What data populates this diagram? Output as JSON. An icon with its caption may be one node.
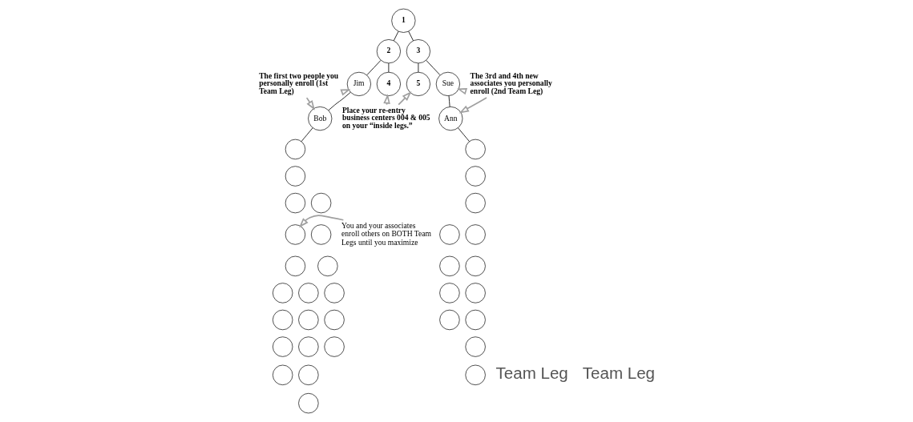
{
  "diagram": {
    "nodes": [
      {
        "text": [
          "1"
        ]
      },
      {
        "text": [
          "2"
        ]
      },
      {
        "text": [
          "3"
        ]
      },
      {
        "text": [
          "Jim"
        ]
      },
      {
        "text": [
          "4"
        ]
      },
      {
        "text": [
          "5"
        ]
      },
      {
        "text": [
          "Sue"
        ]
      },
      {
        "text": [
          "Bob"
        ]
      },
      {
        "text": [
          "Ann"
        ]
      },
      {
        "text": [
          "The first two people you personally enroll (1st Team Leg)"
        ]
      },
      {
        "text": [
          "The 3rd and 4th new associates you personally enroll (2nd Team Leg)"
        ]
      },
      {
        "text": [
          "Place your re-entry business centers 004 & 005 on your “inside legs.”"
        ]
      },
      {
        "text": [
          "You and your associates enroll others on BOTH Team Legs until you maximize"
        ]
      },
      {
        "text": [],
        "shape": "circle"
      },
      {
        "text": [],
        "shape": "circle"
      },
      {
        "text": [],
        "shape": "circle"
      },
      {
        "text": [],
        "shape": "circle"
      },
      {
        "text": [],
        "shape": "circle"
      },
      {
        "text": [],
        "shape": "circle"
      },
      {
        "text": [],
        "shape": "circle"
      },
      {
        "text": [],
        "shape": "circle"
      },
      {
        "text": [],
        "shape": "circle"
      },
      {
        "text": [],
        "shape": "circle"
      },
      {
        "text": [],
        "shape": "circle"
      },
      {
        "text": [],
        "shape": "circle"
      },
      {
        "text": [],
        "shape": "circle"
      },
      {
        "text": [],
        "shape": "circle"
      },
      {
        "text": [],
        "shape": "circle"
      },
      {
        "text": [],
        "shape": "circle"
      },
      {
        "text": [],
        "shape": "circle"
      },
      {
        "text": [],
        "shape": "circle"
      },
      {
        "text": [],
        "shape": "circle"
      },
      {
        "text": [],
        "shape": "circle"
      },
      {
        "text": [],
        "shape": "circle"
      },
      {
        "text": [],
        "shape": "circle"
      },
      {
        "text": [],
        "shape": "circle"
      },
      {
        "text": [],
        "shape": "circle"
      },
      {
        "text": [],
        "shape": "circle"
      },
      {
        "text": [],
        "shape": "circle"
      },
      {
        "text": [],
        "shape": "circle"
      },
      {
        "text": [],
        "shape": "circle"
      },
      {
        "text": [],
        "shape": "circle"
      },
      {
        "text": [],
        "shape": "circle"
      },
      {
        "text": [],
        "shape": "circle"
      },
      {
        "text": [],
        "shape": "circle"
      },
      {
        "text": [],
        "shape": "circle"
      }
    ],
    "edges": [
      {
        "from": 0,
        "to": 1,
        "arrow": "none"
      },
      {
        "from": 0,
        "to": 2,
        "arrow": "none"
      },
      {
        "from": 1,
        "to": 3,
        "arrow": "none"
      },
      {
        "from": 1,
        "to": 4,
        "arrow": "none"
      },
      {
        "from": 2,
        "to": 5,
        "arrow": "none"
      },
      {
        "from": 2,
        "to": 6,
        "arrow": "none"
      },
      {
        "from": 3,
        "to": 7,
        "arrow": "none"
      },
      {
        "from": 6,
        "to": 8,
        "arrow": "none"
      },
      {
        "from": 7,
        "to": 13,
        "arrow": "none"
      },
      {
        "from": 8,
        "to": 33,
        "arrow": "none"
      },
      {
        "from": 9,
        "to": 3,
        "arrow": "to",
        "color": "#a0a0a0"
      },
      {
        "from": 9,
        "to": 7,
        "arrow": "to",
        "color": "#a0a0a0"
      },
      {
        "from": 10,
        "to": 6,
        "arrow": "to",
        "color": "#a0a0a0"
      },
      {
        "from": 10,
        "to": 8,
        "arrow": "to",
        "color": "#a0a0a0"
      },
      {
        "from": 11,
        "to": 4,
        "arrow": "to",
        "color": "#a0a0a0"
      },
      {
        "from": 11,
        "to": 5,
        "arrow": "to",
        "color": "#a0a0a0"
      },
      {
        "from": 12,
        "to": 16,
        "arrow": "to",
        "color": "#a0a0a0"
      }
    ],
    "labels": [
      "Team Leg",
      "Team Leg"
    ]
  }
}
